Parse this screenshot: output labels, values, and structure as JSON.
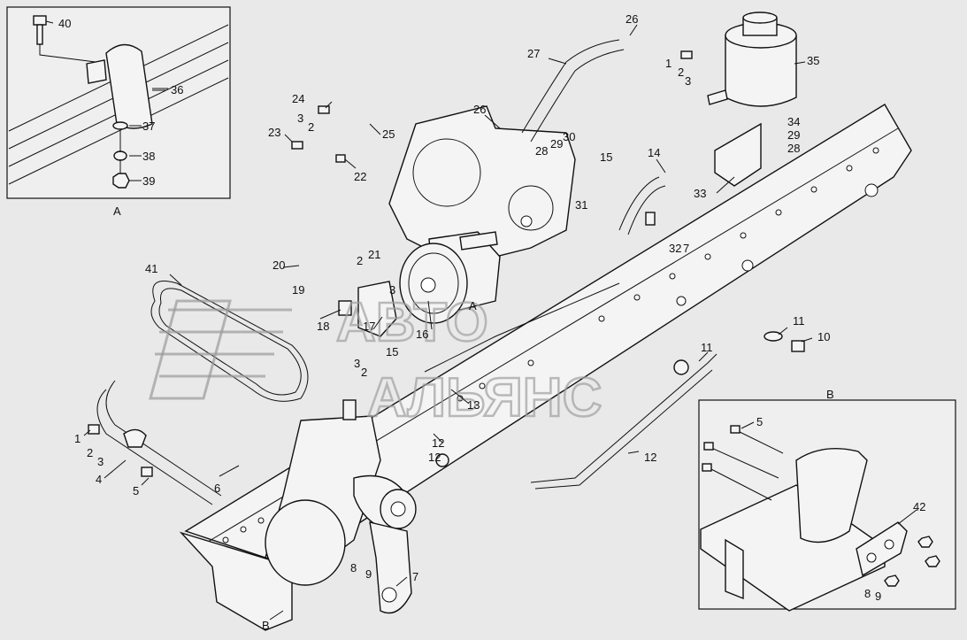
{
  "watermark": {
    "line1": "АВТО",
    "line2": "АЛЬЯНС"
  },
  "insets": [
    {
      "label": "A"
    },
    {
      "label": "B"
    }
  ],
  "view_markers": [
    "A",
    "B"
  ],
  "callouts": [
    "40",
    "36",
    "37",
    "38",
    "39",
    "26",
    "27",
    "26",
    "35",
    "1",
    "2",
    "3",
    "24",
    "23",
    "3",
    "2",
    "25",
    "22",
    "30",
    "29",
    "28",
    "15",
    "14",
    "34",
    "29",
    "28",
    "33",
    "31",
    "32",
    "7",
    "20",
    "19",
    "2",
    "21",
    "18",
    "17",
    "3",
    "16",
    "41",
    "15",
    "3",
    "2",
    "13",
    "12",
    "12",
    "11",
    "10",
    "11",
    "12",
    "1",
    "2",
    "3",
    "4",
    "5",
    "6",
    "8",
    "9",
    "7",
    "5",
    "42",
    "8",
    "9"
  ]
}
